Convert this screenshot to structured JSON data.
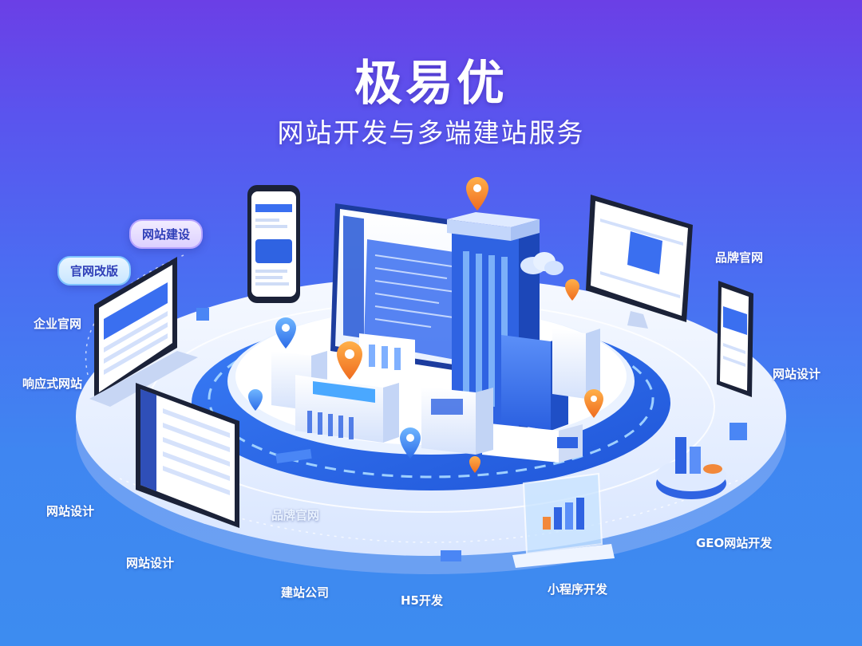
{
  "hero": {
    "title": "极易优",
    "subtitle": "网站开发与多端建站服务"
  },
  "chips": {
    "website_building": "网站建设",
    "site_revamp": "官网改版"
  },
  "labels": {
    "enterprise_site": "企业官网",
    "responsive_site": "响应式网站",
    "web_design_left": "网站设计",
    "web_design_bottom_left": "网站设计",
    "brand_site_ring": "品牌官网",
    "company": "建站公司",
    "h5": "H5开发",
    "miniprogram": "小程序开发",
    "geo": "GEO网站开发",
    "web_design_right": "网站设计",
    "brand_site_right": "品牌官网"
  },
  "colors": {
    "accent_orange": "#f2883a",
    "accent_blue": "#2f6ff0",
    "platform_white": "#eef4ff"
  },
  "icons": [
    "map-pin-icon",
    "cloud-icon",
    "bar-chart-icon",
    "pie-chart-icon"
  ]
}
